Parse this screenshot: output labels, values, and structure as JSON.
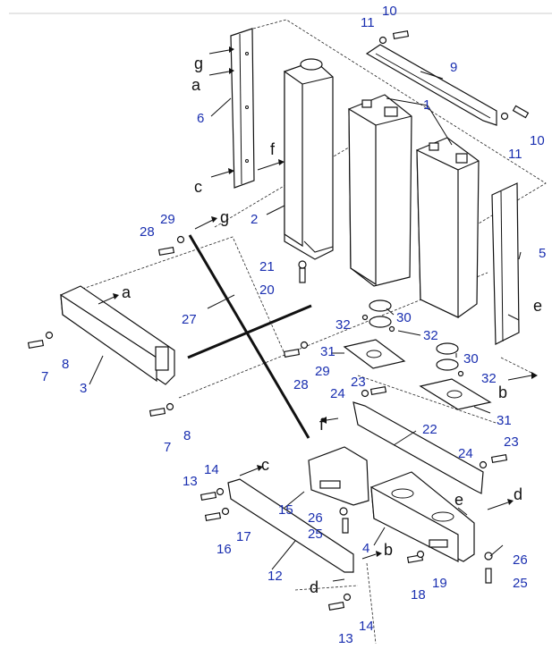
{
  "diagram": {
    "callouts": [
      {
        "id": "c10a",
        "text": "10"
      },
      {
        "id": "c11a",
        "text": "11"
      },
      {
        "id": "c9",
        "text": "9"
      },
      {
        "id": "c1",
        "text": "1"
      },
      {
        "id": "c10b",
        "text": "10"
      },
      {
        "id": "c11b",
        "text": "11"
      },
      {
        "id": "c6",
        "text": "6"
      },
      {
        "id": "c2",
        "text": "2"
      },
      {
        "id": "c29a",
        "text": "29"
      },
      {
        "id": "c28a",
        "text": "28"
      },
      {
        "id": "c21",
        "text": "21"
      },
      {
        "id": "c20",
        "text": "20"
      },
      {
        "id": "c5",
        "text": "5"
      },
      {
        "id": "c27",
        "text": "27"
      },
      {
        "id": "c32a",
        "text": "32"
      },
      {
        "id": "c30a",
        "text": "30"
      },
      {
        "id": "c32b",
        "text": "32"
      },
      {
        "id": "c31a",
        "text": "31"
      },
      {
        "id": "c30b",
        "text": "30"
      },
      {
        "id": "c29b",
        "text": "29"
      },
      {
        "id": "c28b",
        "text": "28"
      },
      {
        "id": "c32c",
        "text": "32"
      },
      {
        "id": "c23a",
        "text": "23"
      },
      {
        "id": "c24a",
        "text": "24"
      },
      {
        "id": "c31b",
        "text": "31"
      },
      {
        "id": "c7a",
        "text": "7"
      },
      {
        "id": "c8a",
        "text": "8"
      },
      {
        "id": "c3",
        "text": "3"
      },
      {
        "id": "c7b",
        "text": "7"
      },
      {
        "id": "c8b",
        "text": "8"
      },
      {
        "id": "c22",
        "text": "22"
      },
      {
        "id": "c23b",
        "text": "23"
      },
      {
        "id": "c24b",
        "text": "24"
      },
      {
        "id": "c14a",
        "text": "14"
      },
      {
        "id": "c13a",
        "text": "13"
      },
      {
        "id": "c15",
        "text": "15"
      },
      {
        "id": "c26a",
        "text": "26"
      },
      {
        "id": "c25a",
        "text": "25"
      },
      {
        "id": "c16",
        "text": "16"
      },
      {
        "id": "c17",
        "text": "17"
      },
      {
        "id": "c12",
        "text": "12"
      },
      {
        "id": "c4",
        "text": "4"
      },
      {
        "id": "c18",
        "text": "18"
      },
      {
        "id": "c19",
        "text": "19"
      },
      {
        "id": "c26b",
        "text": "26"
      },
      {
        "id": "c25b",
        "text": "25"
      },
      {
        "id": "c14b",
        "text": "14"
      },
      {
        "id": "c13b",
        "text": "13"
      }
    ],
    "letters": [
      {
        "id": "lg1",
        "text": "g"
      },
      {
        "id": "la1",
        "text": "a"
      },
      {
        "id": "lc1",
        "text": "c"
      },
      {
        "id": "lf1",
        "text": "f"
      },
      {
        "id": "lg2",
        "text": "g"
      },
      {
        "id": "la2",
        "text": "a"
      },
      {
        "id": "le1",
        "text": "e"
      },
      {
        "id": "lb1",
        "text": "b"
      },
      {
        "id": "lf2",
        "text": "f"
      },
      {
        "id": "lc2",
        "text": "c"
      },
      {
        "id": "le2",
        "text": "e"
      },
      {
        "id": "ld1",
        "text": "d"
      },
      {
        "id": "lb2",
        "text": "b"
      },
      {
        "id": "ld2",
        "text": "d"
      }
    ]
  }
}
